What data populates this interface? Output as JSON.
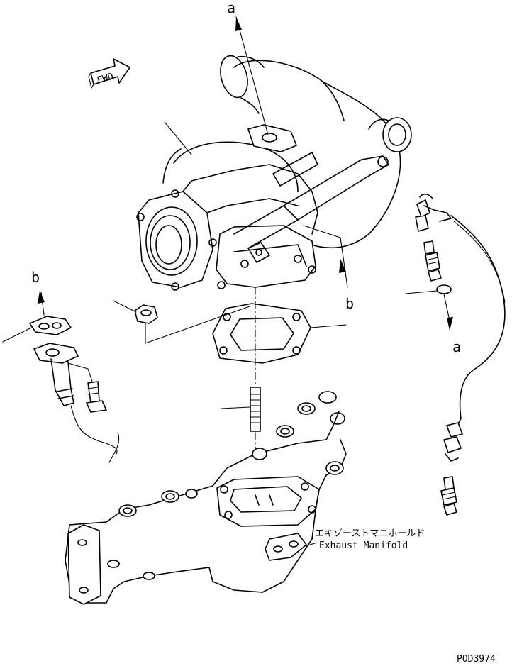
{
  "labels": {
    "fwd": "FWD",
    "callout_a_top": "a",
    "callout_b_right": "b",
    "callout_b_left": "b",
    "callout_a_right": "a",
    "manifold_jp": "エキゾーストマニホールド",
    "manifold_en": "Exhaust Manifold",
    "drawing_id": "POD3974"
  }
}
